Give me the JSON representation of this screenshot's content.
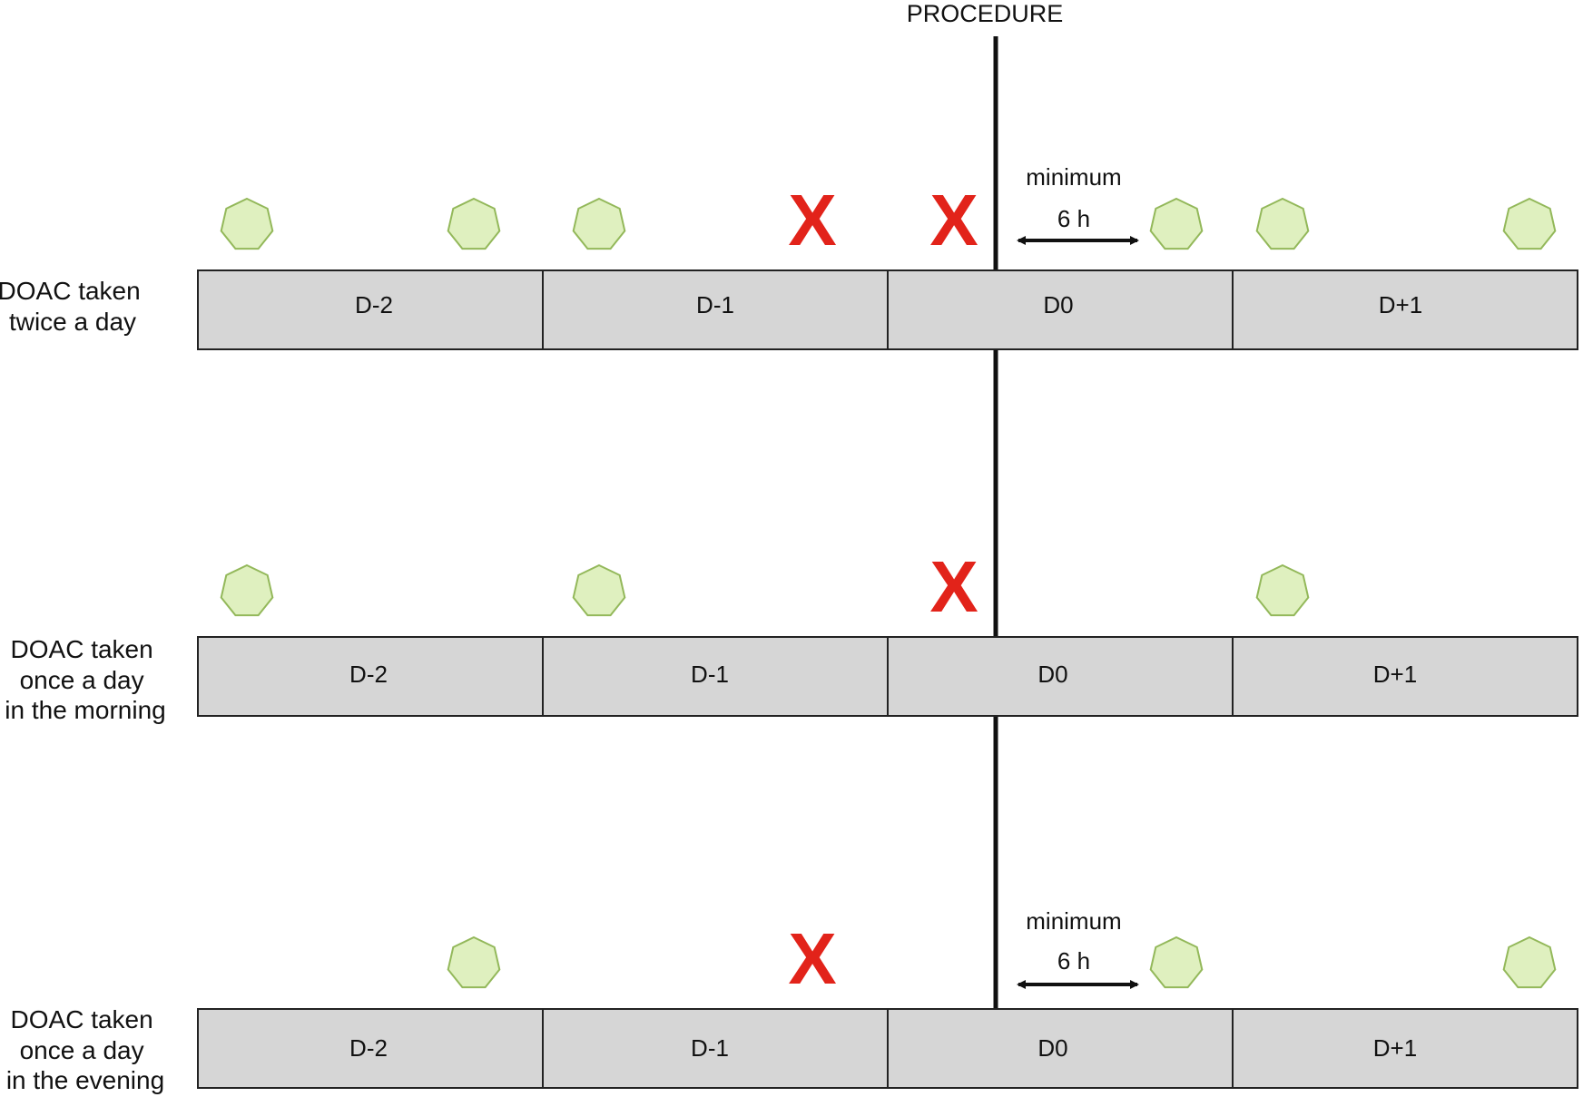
{
  "procedure_label": "PROCEDURE",
  "colors": {
    "day_fill": "#d6d6d6",
    "day_stroke": "#222222",
    "pill_fill": "#dff0bf",
    "pill_stroke": "#93b85a",
    "skip_mark": "#e2231a"
  },
  "icons": {
    "dose": "heptagon-pill-icon",
    "skipped": "red-x-icon"
  },
  "rows": [
    {
      "label_lines": [
        "DOAC taken",
        "twice a day"
      ],
      "days": [
        "D-2",
        "D-1",
        "D0",
        "D+1"
      ],
      "doses_taken_day_offset": [
        -2,
        -1.5,
        -1,
        0.5,
        1,
        1.5
      ],
      "doses_skipped_day_offset": [
        -0.5,
        0
      ],
      "interval_note": [
        "minimum",
        "6 h"
      ]
    },
    {
      "label_lines": [
        "DOAC taken",
        "once a day",
        "in the morning"
      ],
      "days": [
        "D-2",
        "D-1",
        "D0",
        "D+1"
      ],
      "doses_taken_day_offset": [
        -2,
        -1,
        1
      ],
      "doses_skipped_day_offset": [
        0
      ],
      "interval_note": []
    },
    {
      "label_lines": [
        "DOAC taken",
        "once a day",
        "in the evening"
      ],
      "days": [
        "D-2",
        "D-1",
        "D0",
        "D+1"
      ],
      "doses_taken_day_offset": [
        -1.5,
        0.5,
        1.5
      ],
      "doses_skipped_day_offset": [
        -0.5
      ],
      "interval_note": [
        "minimum",
        "6 h"
      ]
    }
  ]
}
